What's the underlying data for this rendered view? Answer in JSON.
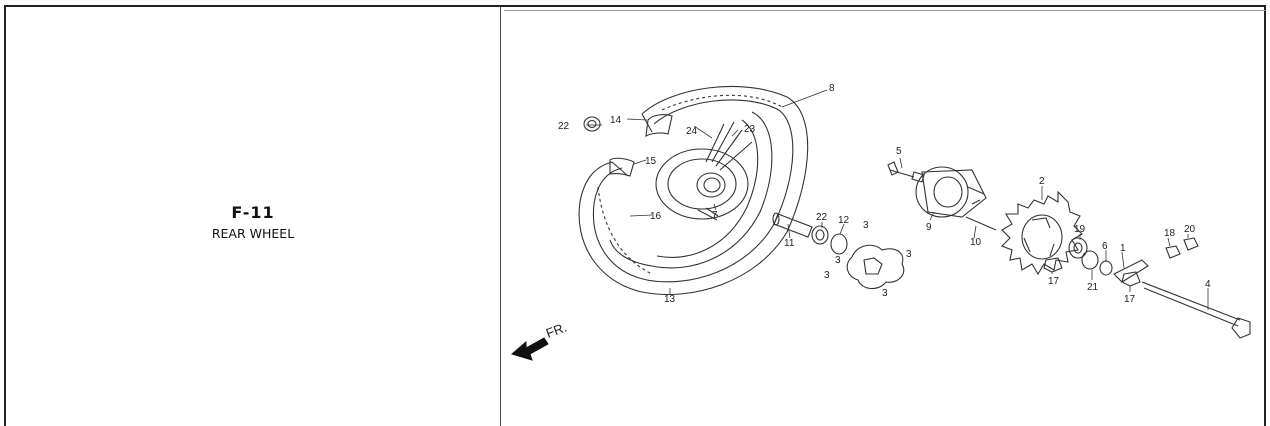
{
  "section": {
    "code": "F-11",
    "title": "REAR WHEEL"
  },
  "diagram": {
    "callouts": [
      "8",
      "14",
      "22",
      "24",
      "23",
      "15",
      "16",
      "7",
      "13",
      "11",
      "22",
      "12",
      "3",
      "3",
      "3",
      "3",
      "3",
      "5",
      "9",
      "10",
      "2",
      "19",
      "6",
      "1",
      "18",
      "20",
      "17",
      "21",
      "17",
      "4"
    ],
    "direction_label": "FR."
  }
}
